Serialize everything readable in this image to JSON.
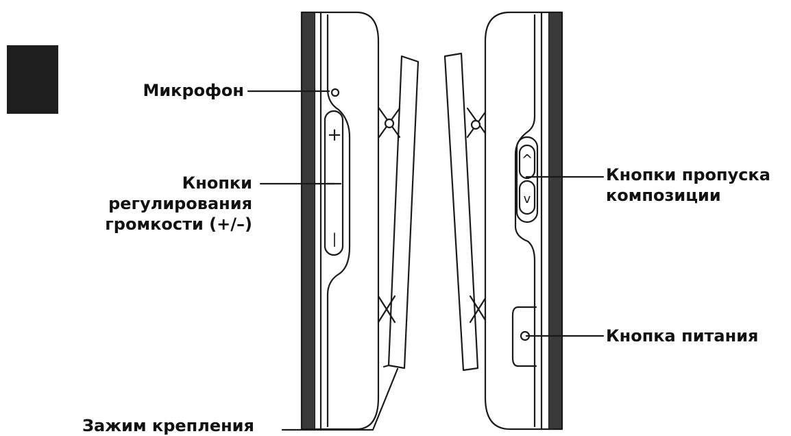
{
  "labels": {
    "microphone": "Микрофон",
    "volume_buttons": [
      "Кнопки",
      "регулирования",
      "громкости (+/–)"
    ],
    "skip_buttons": [
      "Кнопки пропуска",
      "композиции"
    ],
    "power_button": "Кнопка питания",
    "clip": "Зажим крепления"
  },
  "button_marks": {
    "plus": "+",
    "minus": "|",
    "up": "^",
    "down": "v"
  },
  "colors": {
    "line": "#1a1a1a",
    "band": "#3a3a3a",
    "tab": "#1e1e1e"
  }
}
